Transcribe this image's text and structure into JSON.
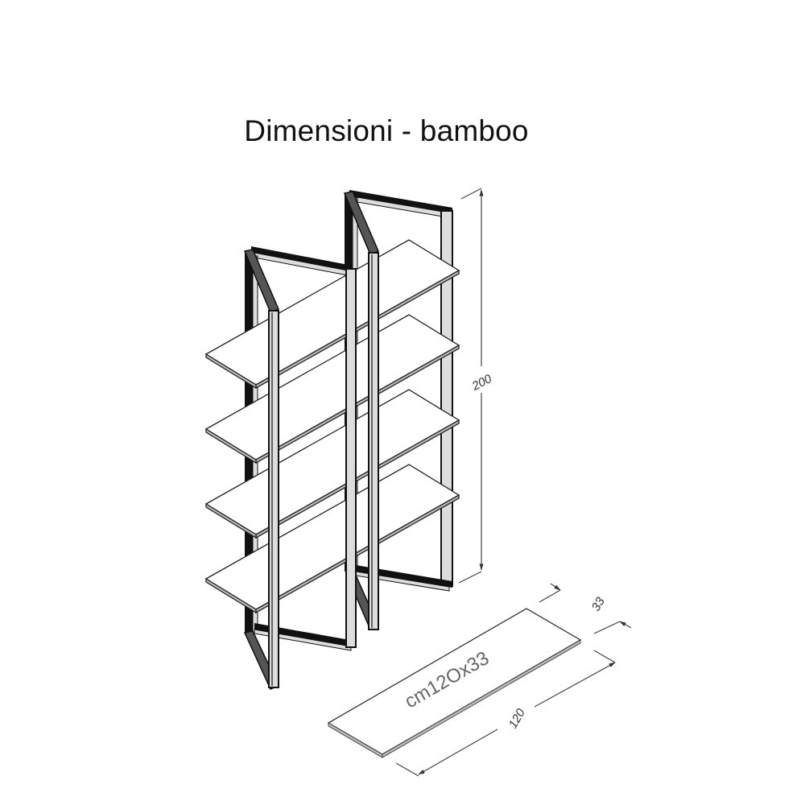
{
  "title": "Dimensioni - bamboo",
  "drawing": {
    "subject": "bamboo shelving unit, isometric line drawing",
    "shelves_count": 4,
    "dimensions": {
      "height": "200",
      "shelf_depth": "33",
      "shelf_width": "120"
    },
    "shelf_label": "cm12Ox33",
    "colors": {
      "line": "#222222",
      "frame_dark": "#111111",
      "frame_light": "#d9d9d9",
      "dim_line": "#444444",
      "background": "#ffffff"
    }
  }
}
